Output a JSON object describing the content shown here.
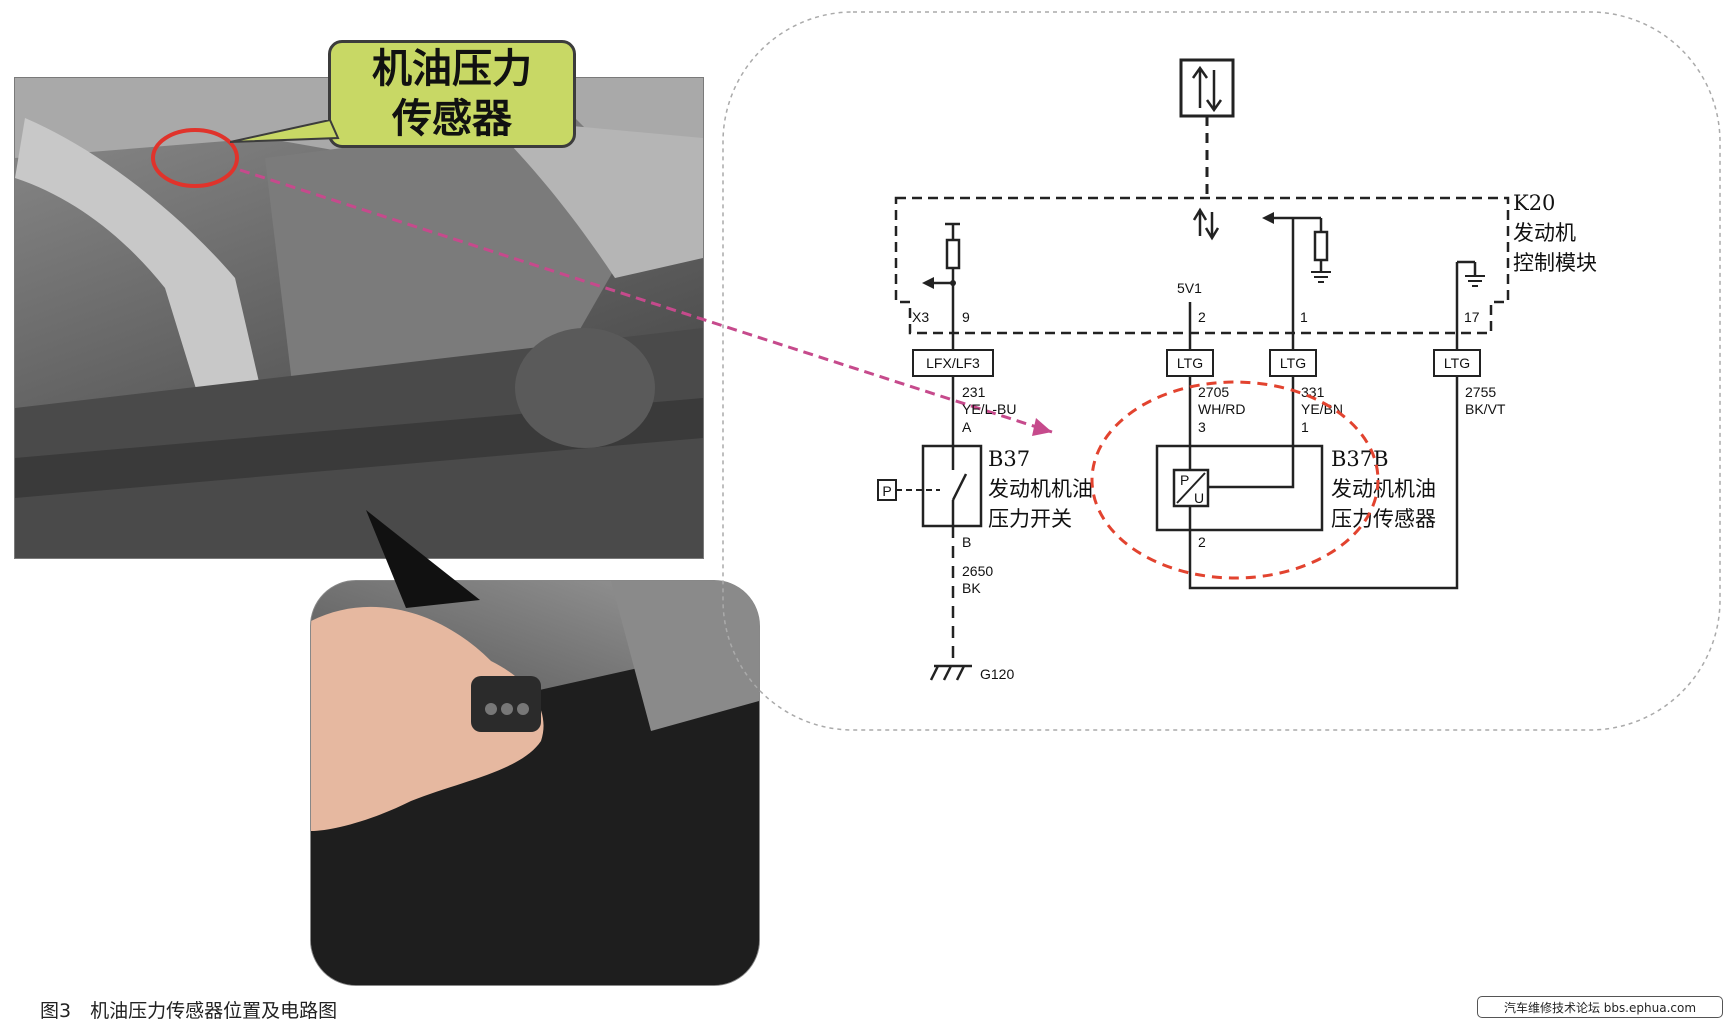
{
  "callout": {
    "line1": "机油压力",
    "line2": "传感器"
  },
  "caption": "图3　机油压力传感器位置及电路图",
  "watermark": "汽车维修技术论坛 bbs.ephua.com",
  "diagram": {
    "module": {
      "id": "K20",
      "name_line1": "发动机",
      "name_line2": "控制模块"
    },
    "connector": "X3",
    "supply_label": "5V1",
    "pins": {
      "switch_pin": "9",
      "supply_pin": "2",
      "signal_pin": "1",
      "ground_pin": "17"
    },
    "harness": {
      "switch": "LFX/LF3",
      "supply": "LTG",
      "signal": "LTG",
      "ground": "LTG"
    },
    "wires": {
      "switch_circuit": "231",
      "switch_color": "YE/L-BU",
      "supply_circuit": "2705",
      "supply_color": "WH/RD",
      "signal_circuit": "331",
      "signal_color": "YE/BN",
      "ground_circuit": "2755",
      "ground_color": "BK/VT",
      "switch_ground_circuit": "2650",
      "switch_ground_color": "BK"
    },
    "switch": {
      "id": "B37",
      "name_line1": "发动机机油",
      "name_line2": "压力开关",
      "pin_a": "A",
      "pin_b": "B",
      "pressure_symbol": "P"
    },
    "sensor": {
      "id": "B37B",
      "name_line1": "发动机机油",
      "name_line2": "压力传感器",
      "pin_3": "3",
      "pin_1": "1",
      "pin_2": "2",
      "sym_p": "P",
      "sym_u": "U"
    },
    "ground": "G120"
  }
}
